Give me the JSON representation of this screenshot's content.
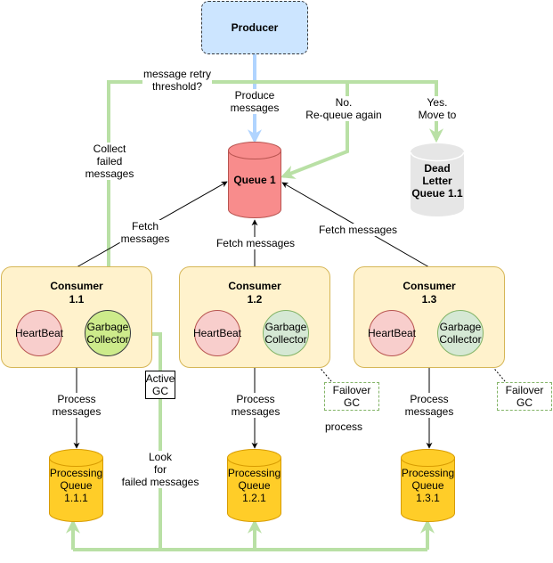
{
  "producer": {
    "label": "Producer"
  },
  "queue1": {
    "label": "Queue 1"
  },
  "dead_letter": {
    "label": "Dead\nLetter\nQueue 1.1"
  },
  "consumers": [
    {
      "title": "Consumer\n1.1",
      "heartbeat": "HeartBeat",
      "gc": "Garbage\nCollector"
    },
    {
      "title": "Consumer\n1.2",
      "heartbeat": "HeartBeat",
      "gc": "Garbage\nCollector"
    },
    {
      "title": "Consumer\n1.3",
      "heartbeat": "HeartBeat",
      "gc": "Garbage\nCollector"
    }
  ],
  "processing_queues": [
    {
      "label": "Processing\nQueue\n1.1.1"
    },
    {
      "label": "Processing\nQueue\n1.2.1"
    },
    {
      "label": "Processing\nQueue\n1.3.1"
    }
  ],
  "labels": {
    "retry_threshold": "message  retry\nthreshold?",
    "produce_messages": "Produce\nmessages",
    "requeue": "No.\nRe-queue again",
    "move_to": "Yes.\nMove to",
    "collect_failed": "Collect\nfailed\nmessages",
    "fetch_1": "Fetch\nmessages",
    "fetch_2": "Fetch messages",
    "fetch_3": "Fetch messages",
    "process_1": "Process\nmessages",
    "process_2": "Process\nmessages",
    "process_3": "Process\nmessages",
    "active_gc": "Active\nGC",
    "failover_gc_2": "Failover\nGC",
    "failover_gc_3": "Failover\nGC",
    "look_for_failed": "Look\nfor\nfailed messages",
    "process_note": "process"
  },
  "colors": {
    "producer_fill": "#cce5ff",
    "queue1_fill": "#f88c8c",
    "dead_letter_fill": "#e6e6e6",
    "consumer_fill": "#fff2cc",
    "consumer_border": "#d6b656",
    "heartbeat_fill": "#f8cecc",
    "gc_fill": "#d5e8d4",
    "active_gc_fill": "#cdeb8b",
    "processing_fill": "#ffcd28",
    "retry_flow": "#b9e0a5",
    "produce_flow": "#b0d4ff"
  }
}
